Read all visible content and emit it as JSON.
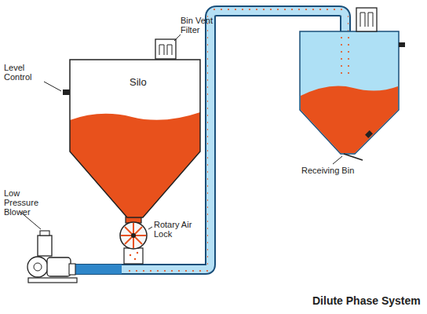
{
  "diagram": {
    "caption": "Dilute Phase System",
    "nodes": [
      {
        "text": [
          "Silo"
        ]
      }
    ],
    "labels": [
      "Level Control",
      "Bin Vent Filter",
      "Low Pressure Blower",
      "Rotary Air Lock",
      "Receiving Bin"
    ]
  }
}
